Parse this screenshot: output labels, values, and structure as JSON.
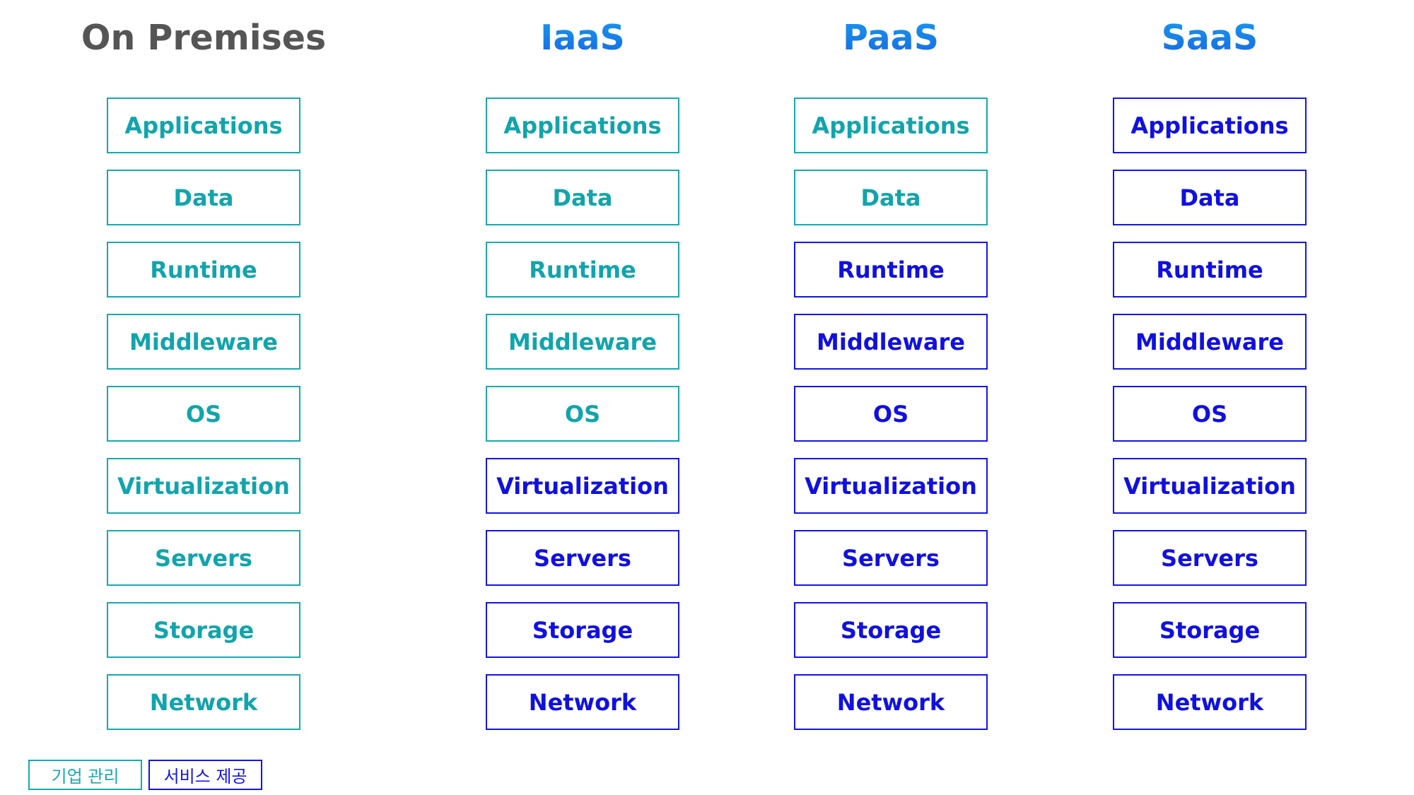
{
  "columns": [
    {
      "title": "On Premises",
      "layers": [
        {
          "label": "Applications",
          "provider": "managed"
        },
        {
          "label": "Data",
          "provider": "managed"
        },
        {
          "label": "Runtime",
          "provider": "managed"
        },
        {
          "label": "Middleware",
          "provider": "managed"
        },
        {
          "label": "OS",
          "provider": "managed"
        },
        {
          "label": "Virtualization",
          "provider": "managed"
        },
        {
          "label": "Servers",
          "provider": "managed"
        },
        {
          "label": "Storage",
          "provider": "managed"
        },
        {
          "label": "Network",
          "provider": "managed"
        }
      ]
    },
    {
      "title": "IaaS",
      "layers": [
        {
          "label": "Applications",
          "provider": "managed"
        },
        {
          "label": "Data",
          "provider": "managed"
        },
        {
          "label": "Runtime",
          "provider": "managed"
        },
        {
          "label": "Middleware",
          "provider": "managed"
        },
        {
          "label": "OS",
          "provider": "managed"
        },
        {
          "label": "Virtualization",
          "provider": "provided"
        },
        {
          "label": "Servers",
          "provider": "provided"
        },
        {
          "label": "Storage",
          "provider": "provided"
        },
        {
          "label": "Network",
          "provider": "provided"
        }
      ]
    },
    {
      "title": "PaaS",
      "layers": [
        {
          "label": "Applications",
          "provider": "managed"
        },
        {
          "label": "Data",
          "provider": "managed"
        },
        {
          "label": "Runtime",
          "provider": "provided"
        },
        {
          "label": "Middleware",
          "provider": "provided"
        },
        {
          "label": "OS",
          "provider": "provided"
        },
        {
          "label": "Virtualization",
          "provider": "provided"
        },
        {
          "label": "Servers",
          "provider": "provided"
        },
        {
          "label": "Storage",
          "provider": "provided"
        },
        {
          "label": "Network",
          "provider": "provided"
        }
      ]
    },
    {
      "title": "SaaS",
      "layers": [
        {
          "label": "Applications",
          "provider": "provided"
        },
        {
          "label": "Data",
          "provider": "provided"
        },
        {
          "label": "Runtime",
          "provider": "provided"
        },
        {
          "label": "Middleware",
          "provider": "provided"
        },
        {
          "label": "OS",
          "provider": "provided"
        },
        {
          "label": "Virtualization",
          "provider": "provided"
        },
        {
          "label": "Servers",
          "provider": "provided"
        },
        {
          "label": "Storage",
          "provider": "provided"
        },
        {
          "label": "Network",
          "provider": "provided"
        }
      ]
    }
  ],
  "legend": {
    "managed_label": "기업 관리",
    "provided_label": "서비스 제공"
  },
  "colors": {
    "managed": "#18a8b0",
    "provided": "#1414e6",
    "title_dark": "#555555",
    "title_blue": "#1a7fe8"
  }
}
